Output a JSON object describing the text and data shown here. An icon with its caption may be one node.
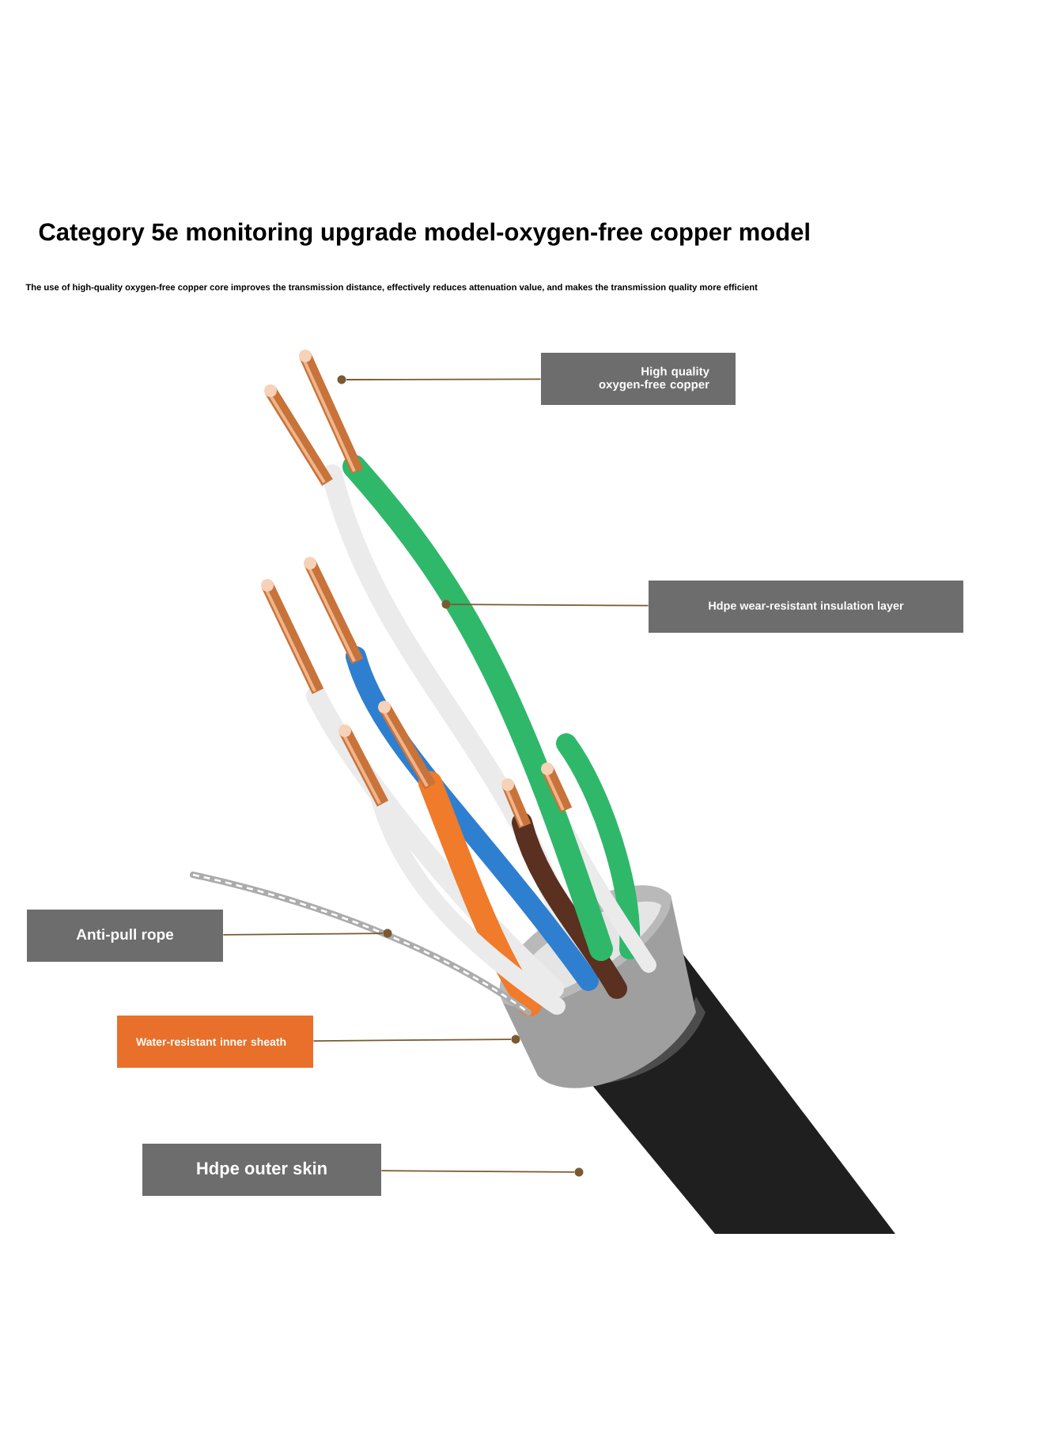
{
  "diagram": {
    "title": "Category 5e monitoring upgrade model-oxygen-free copper model",
    "nodes": [
      {
        "text": [
          "High quality oxygen-free copper"
        ]
      },
      {
        "text": [
          "Hdpe wear-resistant insulation layer"
        ]
      },
      {
        "text": [
          "Anti-pull rope"
        ]
      },
      {
        "text": [
          "Water-resistant inner sheath"
        ]
      },
      {
        "text": [
          "Hdpe outer skin"
        ]
      },
      {
        "text": [],
        "shape": "circle"
      },
      {
        "text": [],
        "shape": "circle"
      },
      {
        "text": [],
        "shape": "circle"
      },
      {
        "text": [],
        "shape": "circle"
      },
      {
        "text": [],
        "shape": "circle"
      }
    ],
    "edges": [
      {
        "from": 0,
        "to": 5,
        "arrow": "none"
      },
      {
        "from": 1,
        "to": 6,
        "arrow": "none"
      },
      {
        "from": 2,
        "to": 7,
        "arrow": "none"
      },
      {
        "from": 3,
        "to": 8,
        "arrow": "none"
      },
      {
        "from": 4,
        "to": 9,
        "arrow": "none"
      }
    ],
    "labels": [
      "The use of high-quality oxygen-free copper core improves the transmission distance, effectively reduces attenuation value, and makes the transmission quality more efficient"
    ]
  }
}
